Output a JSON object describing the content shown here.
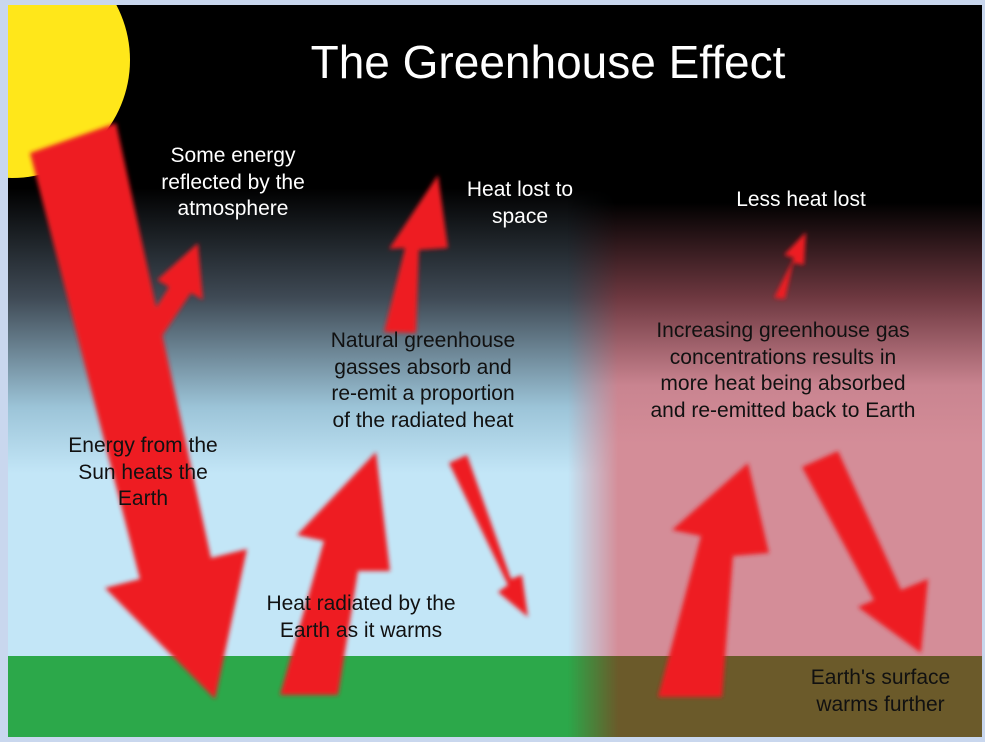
{
  "title": "The Greenhouse Effect",
  "labels": {
    "reflected": "Some energy\nreflected by the\natmosphere",
    "heat_lost_space": "Heat lost to\nspace",
    "less_heat_lost": "Less heat lost",
    "natural_gases": "Natural greenhouse\ngasses absorb and\nre-emit a proportion\nof the radiated heat",
    "increasing_gases": "Increasing greenhouse gas\nconcentrations results in\nmore heat being absorbed\nand re-emitted back to Earth",
    "sun_heats": "Energy from the\nSun heats the\nEarth",
    "heat_radiated": "Heat radiated by the\nEarth as it warms",
    "surface_warms": "Earth's surface\nwarms further"
  },
  "colors": {
    "sun": "#ffe71a",
    "arrow": "#ee1c24",
    "ground_left": "#2ca84a",
    "ground_right": "#6b5a2a",
    "sky_left": "#c3e6f7",
    "sky_right": "#d48d98",
    "space": "#000000"
  }
}
